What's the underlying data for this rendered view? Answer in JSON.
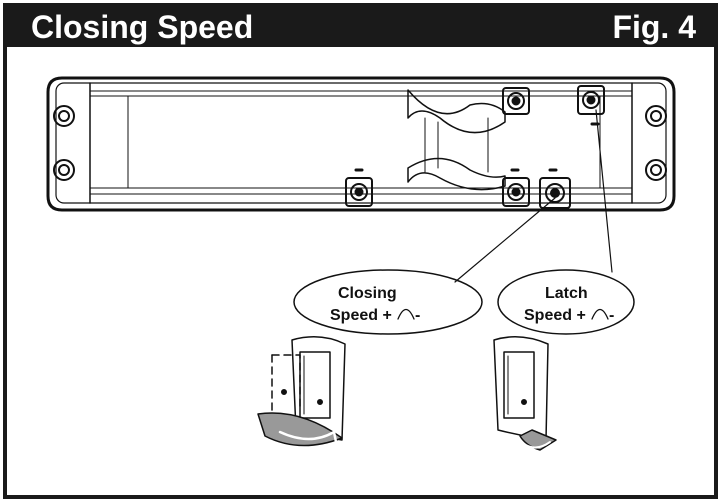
{
  "header": {
    "title": "Closing Speed",
    "figure": "Fig. 4"
  },
  "callouts": {
    "closing": {
      "line1": "Closing",
      "line2": "Speed +",
      "minus": "-"
    },
    "latch": {
      "line1": "Latch",
      "line2": "Speed +",
      "minus": "-"
    }
  },
  "colors": {
    "frame": "#1a1a1a",
    "background": "#ffffff",
    "ink": "#111111",
    "shade": "#999999"
  },
  "icons": [
    "adjust-arc-icon",
    "door-closing-icon",
    "door-latch-icon",
    "adjusting-screw-icon",
    "mounting-screw-icon"
  ]
}
